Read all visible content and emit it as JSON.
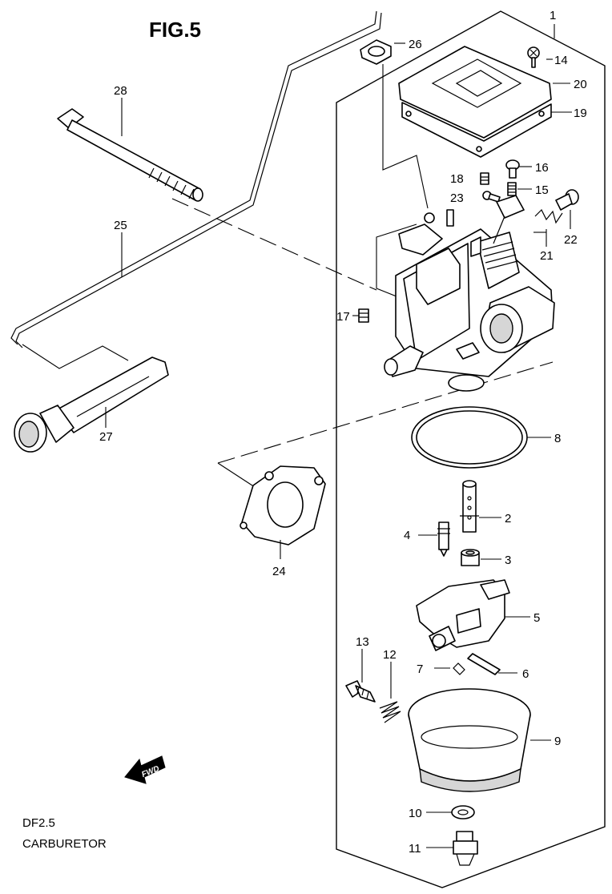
{
  "figure": {
    "title": "FIG.5",
    "model": "DF2.5",
    "subject": "CARBURETOR",
    "direction_label": "FWD"
  },
  "callouts": {
    "c1": "1",
    "c2": "2",
    "c3": "3",
    "c4": "4",
    "c5": "5",
    "c6": "6",
    "c7": "7",
    "c8": "8",
    "c9": "9",
    "c10": "10",
    "c11": "11",
    "c12": "12",
    "c13": "13",
    "c14": "14",
    "c15": "15",
    "c16": "16",
    "c17": "17",
    "c18": "18",
    "c19": "19",
    "c20": "20",
    "c21": "21",
    "c22": "22",
    "c23": "23",
    "c24": "24",
    "c25": "25",
    "c26": "26",
    "c27": "27",
    "c28": "28"
  }
}
